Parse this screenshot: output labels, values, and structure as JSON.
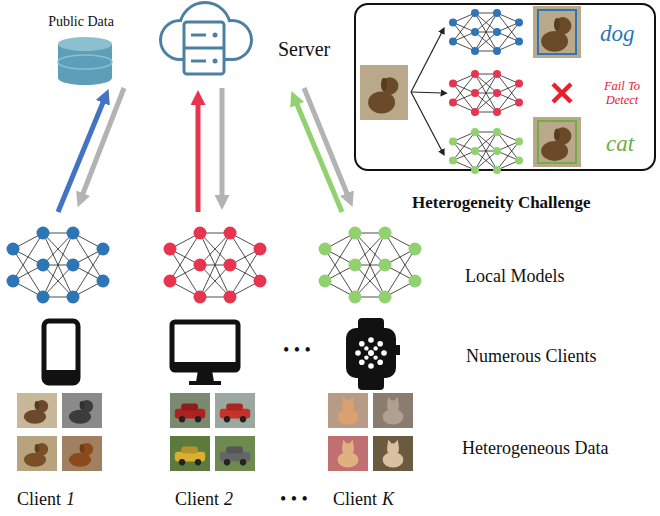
{
  "diagram": {
    "nodes": [
      {
        "text": [
          "Public Data"
        ]
      },
      {
        "text": [
          "Server"
        ]
      },
      {
        "text": [
          "dog",
          "Fail To Detect",
          "cat",
          "Heterogeneity Challenge"
        ]
      }
    ],
    "labels": [
      "Local Models",
      "Numerous Clients",
      "Heterogeneous Data",
      "• • •",
      "Client",
      "1",
      "Client",
      "2",
      "• • •",
      "Client",
      "K"
    ]
  }
}
